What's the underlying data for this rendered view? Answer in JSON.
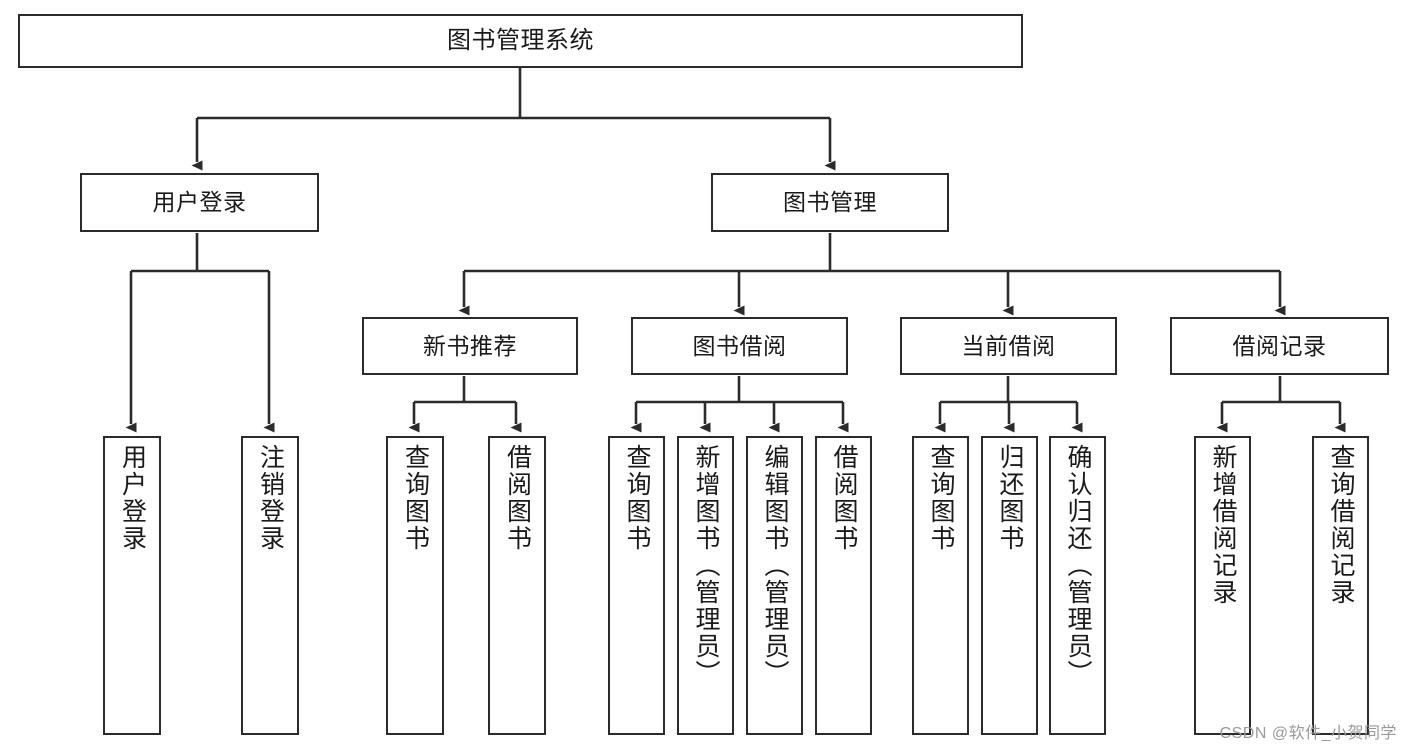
{
  "diagram": {
    "type": "tree-hierarchy-chart",
    "title": "图书管理系统",
    "watermark": "CSDN @软件_小贺同学",
    "colors": {
      "background": "#ffffff",
      "box_border": "#2b2b2b",
      "box_fill": "#ffffff",
      "text": "#1a1a1a",
      "edge": "#2b2b2b",
      "watermark_text": "#9a9a9a"
    },
    "levels": [
      {
        "level": 1,
        "nodes": [
          {
            "id": "root",
            "label": "图书管理系统",
            "orientation": "horizontal"
          }
        ]
      },
      {
        "level": 2,
        "nodes": [
          {
            "id": "user-login",
            "label": "用户登录",
            "orientation": "horizontal",
            "parent": "root"
          },
          {
            "id": "book-manage",
            "label": "图书管理",
            "orientation": "horizontal",
            "parent": "root"
          }
        ]
      },
      {
        "level": 3,
        "nodes": [
          {
            "id": "new-book-recommend",
            "label": "新书推荐",
            "orientation": "horizontal",
            "parent": "book-manage"
          },
          {
            "id": "book-borrow",
            "label": "图书借阅",
            "orientation": "horizontal",
            "parent": "book-manage"
          },
          {
            "id": "current-borrow",
            "label": "当前借阅",
            "orientation": "horizontal",
            "parent": "book-manage"
          },
          {
            "id": "borrow-record",
            "label": "借阅记录",
            "orientation": "horizontal",
            "parent": "book-manage"
          }
        ]
      },
      {
        "level": 4,
        "nodes": [
          {
            "id": "leaf-user-login",
            "label": "用户登录",
            "orientation": "vertical",
            "parent": "user-login"
          },
          {
            "id": "leaf-logout-login",
            "label": "注销登录",
            "orientation": "vertical",
            "parent": "user-login"
          },
          {
            "id": "leaf-query-book-1",
            "label": "查询图书",
            "orientation": "vertical",
            "parent": "new-book-recommend"
          },
          {
            "id": "leaf-borrow-book-1",
            "label": "借阅图书",
            "orientation": "vertical",
            "parent": "new-book-recommend"
          },
          {
            "id": "leaf-query-book-2",
            "label": "查询图书",
            "orientation": "vertical",
            "parent": "book-borrow"
          },
          {
            "id": "leaf-add-book",
            "label": "新增图书（管理员）",
            "orientation": "vertical",
            "parent": "book-borrow"
          },
          {
            "id": "leaf-edit-book",
            "label": "编辑图书（管理员）",
            "orientation": "vertical",
            "parent": "book-borrow"
          },
          {
            "id": "leaf-borrow-book-2",
            "label": "借阅图书",
            "orientation": "vertical",
            "parent": "book-borrow"
          },
          {
            "id": "leaf-query-book-3",
            "label": "查询图书",
            "orientation": "vertical",
            "parent": "current-borrow"
          },
          {
            "id": "leaf-return-book",
            "label": "归还图书",
            "orientation": "vertical",
            "parent": "current-borrow"
          },
          {
            "id": "leaf-confirm-return",
            "label": "确认归还（管理员）",
            "orientation": "vertical",
            "parent": "current-borrow"
          },
          {
            "id": "leaf-add-record",
            "label": "新增借阅记录",
            "orientation": "vertical",
            "parent": "borrow-record"
          },
          {
            "id": "leaf-query-record",
            "label": "查询借阅记录",
            "orientation": "vertical",
            "parent": "borrow-record"
          }
        ]
      }
    ]
  }
}
